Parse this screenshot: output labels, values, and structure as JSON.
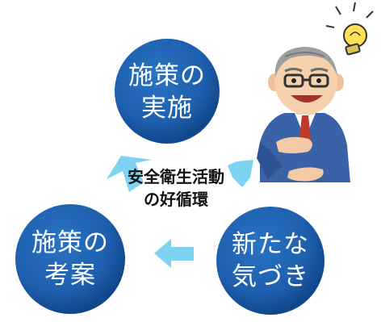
{
  "cycle": {
    "title_line1": "安全衛生活動",
    "title_line2": "の好循環",
    "steps": [
      {
        "line1": "施策の",
        "line2": "実施"
      },
      {
        "line1": "新たな",
        "line2": "気づき"
      },
      {
        "line1": "施策の",
        "line2": "考案"
      }
    ]
  },
  "colors": {
    "circle_fill": "#1d5fae",
    "circle_dark": "#11468a",
    "arrow_fill": "#7ed2f2",
    "suit": "#3a62a7",
    "bulb": "#ffe156"
  },
  "icons": {
    "character": "businessman-illustration",
    "bulb": "lightbulb-icon",
    "arrows": "cycle-arrow"
  }
}
